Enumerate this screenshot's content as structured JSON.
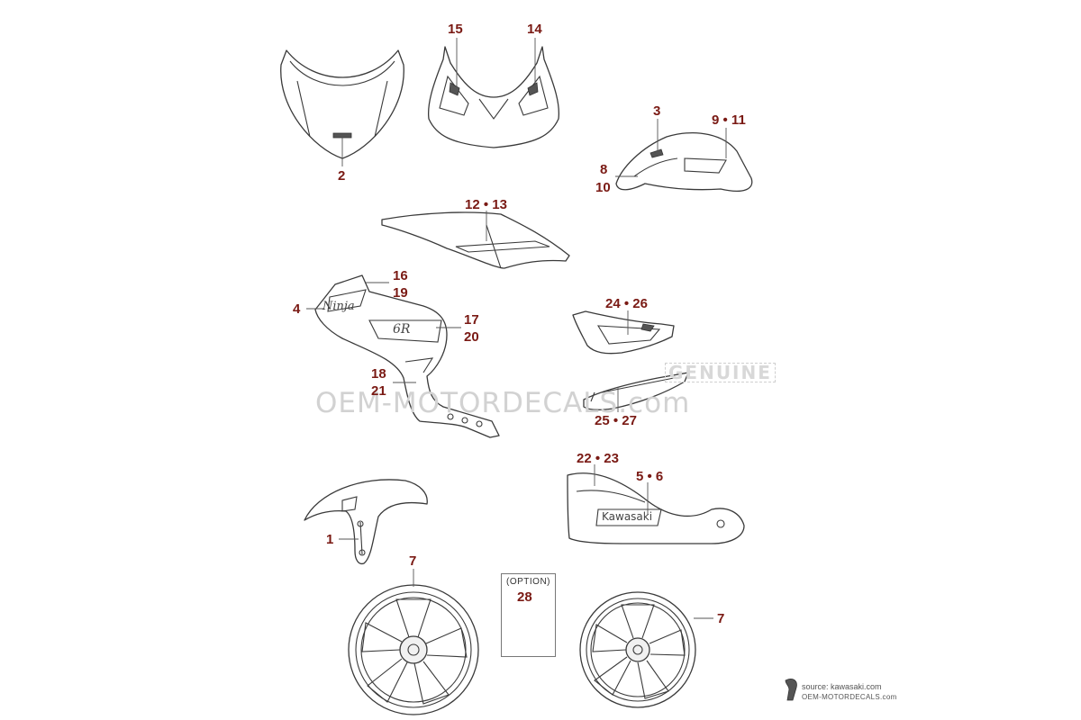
{
  "watermark": {
    "genuine": "GENUINE",
    "main": "OEM-MOTORDECALS.com"
  },
  "decals": {
    "ninja": "Ninja",
    "zx6r": "6R",
    "kawasaki": "Kawasaki"
  },
  "callouts": {
    "c15": "15",
    "c14": "14",
    "c2": "2",
    "c3": "3",
    "c9_11": "9 • 11",
    "c8": "8",
    "c10": "10",
    "c12_13": "12 • 13",
    "c16": "16",
    "c19": "19",
    "c4": "4",
    "c17": "17",
    "c20": "20",
    "c24_26": "24 • 26",
    "c18": "18",
    "c21": "21",
    "c25_27": "25 • 27",
    "c22_23": "22 • 23",
    "c5_6": "5 • 6",
    "c1": "1",
    "c7_left": "7",
    "c28": "28",
    "c7_right": "7"
  },
  "option": {
    "label": "(OPTION)"
  },
  "footer": {
    "source": "source: kawasaki.com",
    "site": "OEM-MOTORDECALS.com"
  },
  "colors": {
    "callout": "#7a1a14",
    "line": "#3a3a3a",
    "watermark": "#d2d2d2"
  }
}
